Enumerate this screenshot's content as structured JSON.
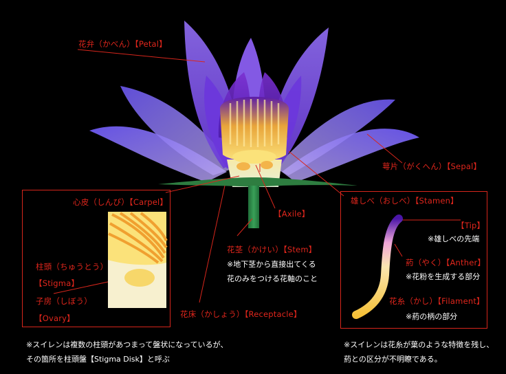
{
  "labels": {
    "petal": "花弁（かべん）【Petal】",
    "sepal": "萼片（がくへん）【Sepal】",
    "carpel": "心皮（しんぴ）【Carpel】",
    "stigma_jp": "柱頭（ちゅうとう）",
    "stigma_en": "【Stigma】",
    "ovary_jp": "子房（しぼう）",
    "ovary_en": "【Ovary】",
    "axile": "【Axile】",
    "stem": "花茎（かけい）【Stem】",
    "stem_note_1": "※地下茎から直接出てくる",
    "stem_note_2": "花のみをつける花軸のこと",
    "receptacle": "花床（かしょう）【Receptacle】",
    "stamen": "雄しべ（おしべ）【Stamen】",
    "tip": "【Tip】",
    "tip_note": "※雄しべの先端",
    "anther": "葯（やく）【Anther】",
    "anther_note": "※花粉を生成する部分",
    "filament": "花糸（かし）【Filament】",
    "filament_note": "※葯の柄の部分"
  },
  "footnotes": {
    "left_1": "※スイレンは複数の柱頭があつまって盤状になっているが、",
    "left_2": "その箇所を柱頭盤【Stigma Disk】と呼ぶ",
    "right_1": "※スイレンは花糸が葉のような特徴を残し、",
    "right_2": "葯との区分が不明瞭である。"
  },
  "colors": {
    "background": "#000000",
    "label": "#e0261c",
    "note": "#ffffff",
    "petal": "#7b4fe8",
    "stem": "#2f8a4a",
    "stamen_yellow": "#f7d44a"
  }
}
